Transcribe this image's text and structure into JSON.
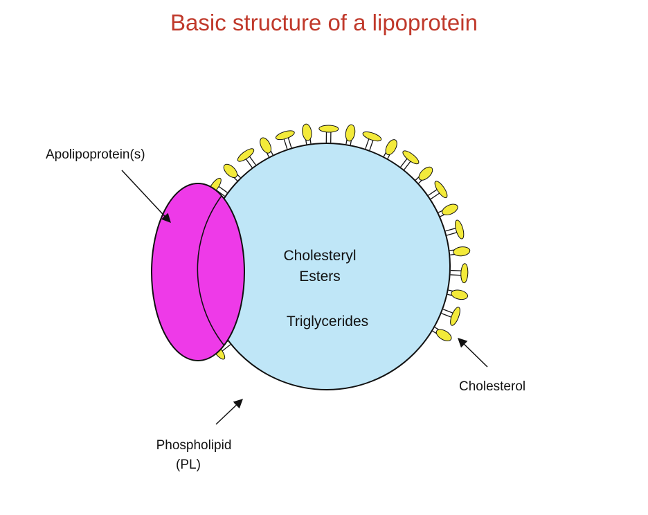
{
  "title": "Basic structure of a lipoprotein",
  "labels": {
    "apolipoprotein": "Apolipoprotein(s)",
    "core_line1": "Cholesteryl",
    "core_line2": "Esters",
    "core_line3": "Triglycerides",
    "cholesterol": "Cholesterol",
    "phospholipid_line1": "Phospholipid",
    "phospholipid_line2": "(PL)"
  },
  "colors": {
    "title": "#c0392b",
    "core": "#bfe6f7",
    "apolipoprotein": "#ee3ae8",
    "phospholipid_head": "#f3ea3a",
    "outline": "#111111"
  }
}
